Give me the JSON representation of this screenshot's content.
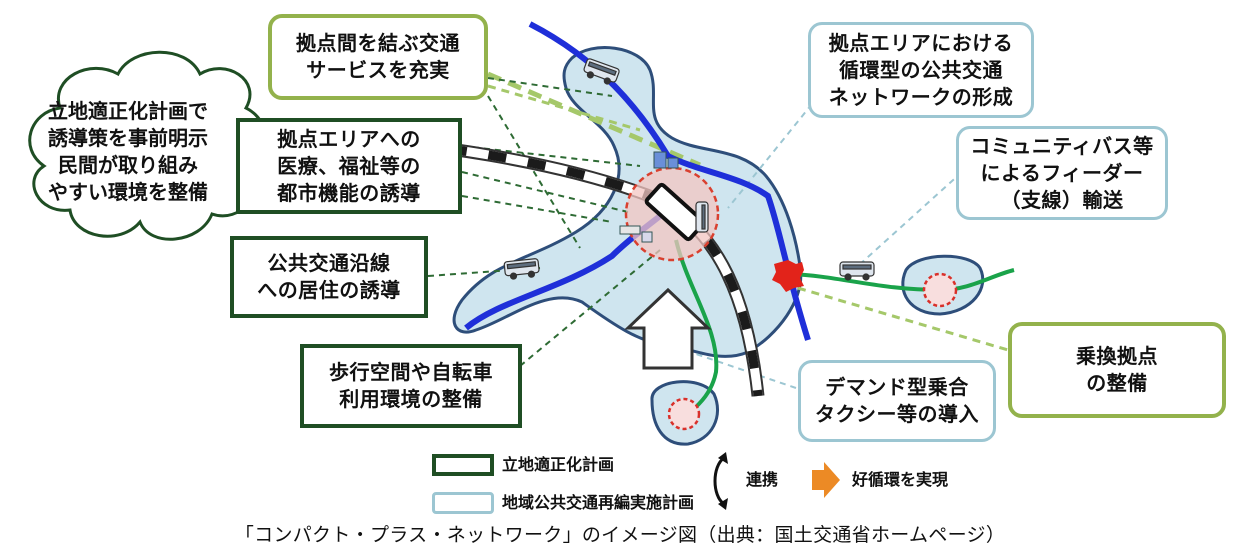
{
  "cloud": {
    "text": "立地適正化計画で\n誘導策を事前明示\n民間が取り組み\nやすい環境を整備"
  },
  "boxes": {
    "service": "拠点間を結ぶ交通\nサービスを充実",
    "urban_functions": "拠点エリアへの\n医療、福祉等の\n都市機能の誘導",
    "residence": "公共交通沿線\nへの居住の誘導",
    "walking": "歩行空間や自転車\n利用環境の整備",
    "loop_network": "拠点エリアにおける\n循環型の公共交通\nネットワークの形成",
    "community_bus": "コミュニティバス等\nによるフィーダー\n（支線）輸送",
    "transfer": "乗換拠点\nの整備",
    "demand_taxi": "デマンド型乗合\nタクシー等の導入"
  },
  "legend": {
    "plan1": "立地適正化計画",
    "plan2": "地域公共交通再編実施計画",
    "link": "連携",
    "result": "好循環を実現"
  },
  "caption": "「コンパクト・プラス・ネットワーク」のイメージ図（出典：国土交通省ホームページ）",
  "colors": {
    "dark_green": "#1f4e24",
    "light_green": "#93b24c",
    "light_blue": "#9cc6d2",
    "area_fill": "#cfe5ef",
    "blue_line": "#1f2fd9",
    "green_line": "#1aa34a",
    "orange": "#ec8a25",
    "hub_red": "#e2231a"
  }
}
